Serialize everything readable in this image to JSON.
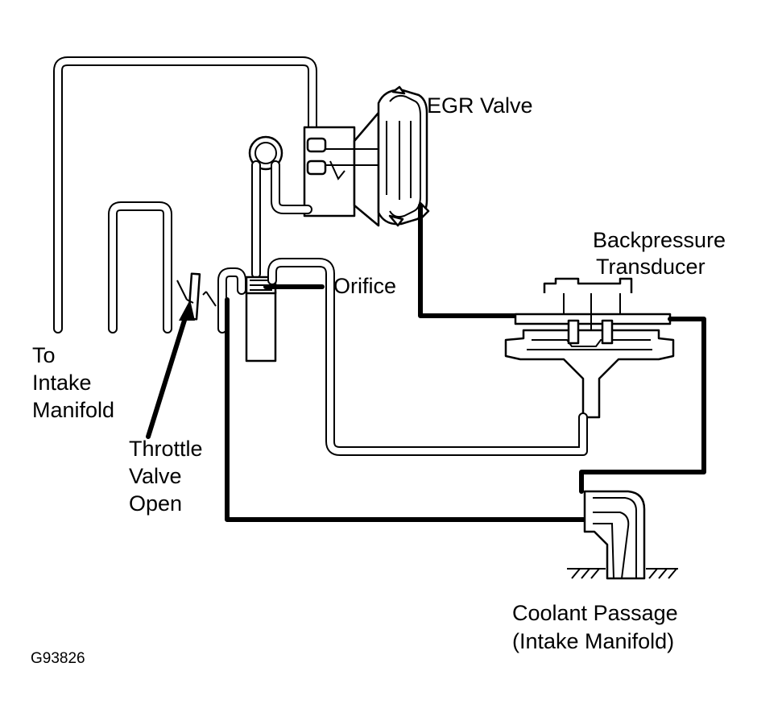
{
  "labels": {
    "egr_valve": "EGR Valve",
    "backpressure_line1": "Backpressure",
    "backpressure_line2": "Transducer",
    "orifice": "Orifice",
    "intake_line1": "To",
    "intake_line2": "Intake",
    "intake_line3": "Manifold",
    "throttle_line1": "Throttle",
    "throttle_line2": "Valve",
    "throttle_line3": "Open",
    "coolant_line1": "Coolant Passage",
    "coolant_line2": "(Intake Manifold)",
    "figure_code": "G93826"
  },
  "colors": {
    "line": "#000000",
    "background": "#ffffff"
  }
}
